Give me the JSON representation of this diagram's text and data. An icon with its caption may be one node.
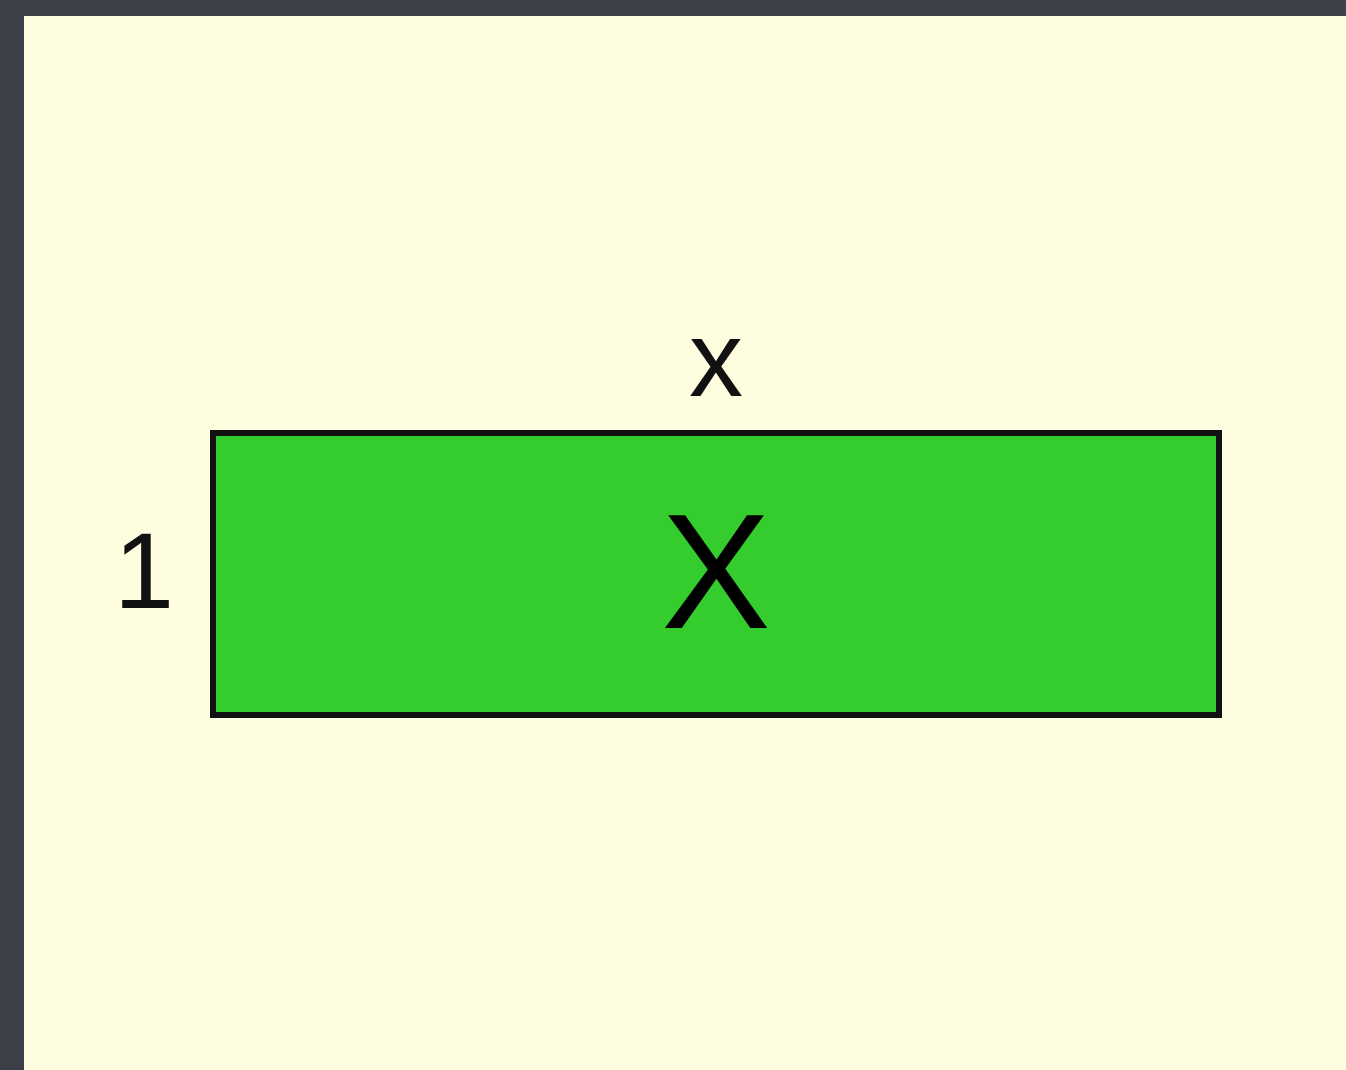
{
  "diagram": {
    "nodes": [
      {
        "text": [
          "X"
        ],
        "beside": [
          "x",
          "1"
        ]
      }
    ]
  }
}
